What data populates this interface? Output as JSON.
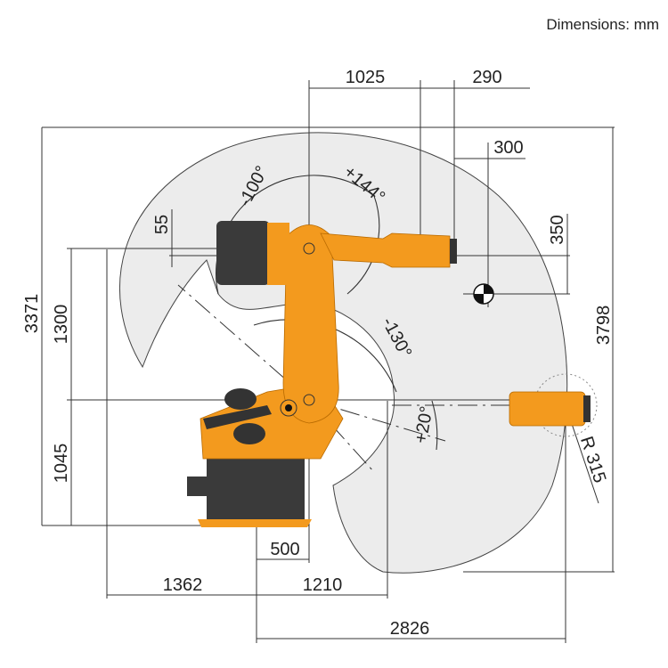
{
  "units_label": "Dimensions: mm",
  "dimensions": {
    "d1025": "1025",
    "d290": "290",
    "d300": "300",
    "d350": "350",
    "d55": "55",
    "d3371": "3371",
    "d1300": "1300",
    "d1045": "1045",
    "d3798": "3798",
    "d500": "500",
    "d1362": "1362",
    "d1210": "1210",
    "d2826": "2826",
    "r315": "R 315"
  },
  "angles": {
    "a1": "-100°",
    "a2": "+144°",
    "a3": "-130°",
    "a4": "+20°"
  },
  "colors": {
    "robot_orange": "#f39a1e",
    "robot_dark": "#3a3a3a",
    "workspace_fill": "#ececec"
  }
}
